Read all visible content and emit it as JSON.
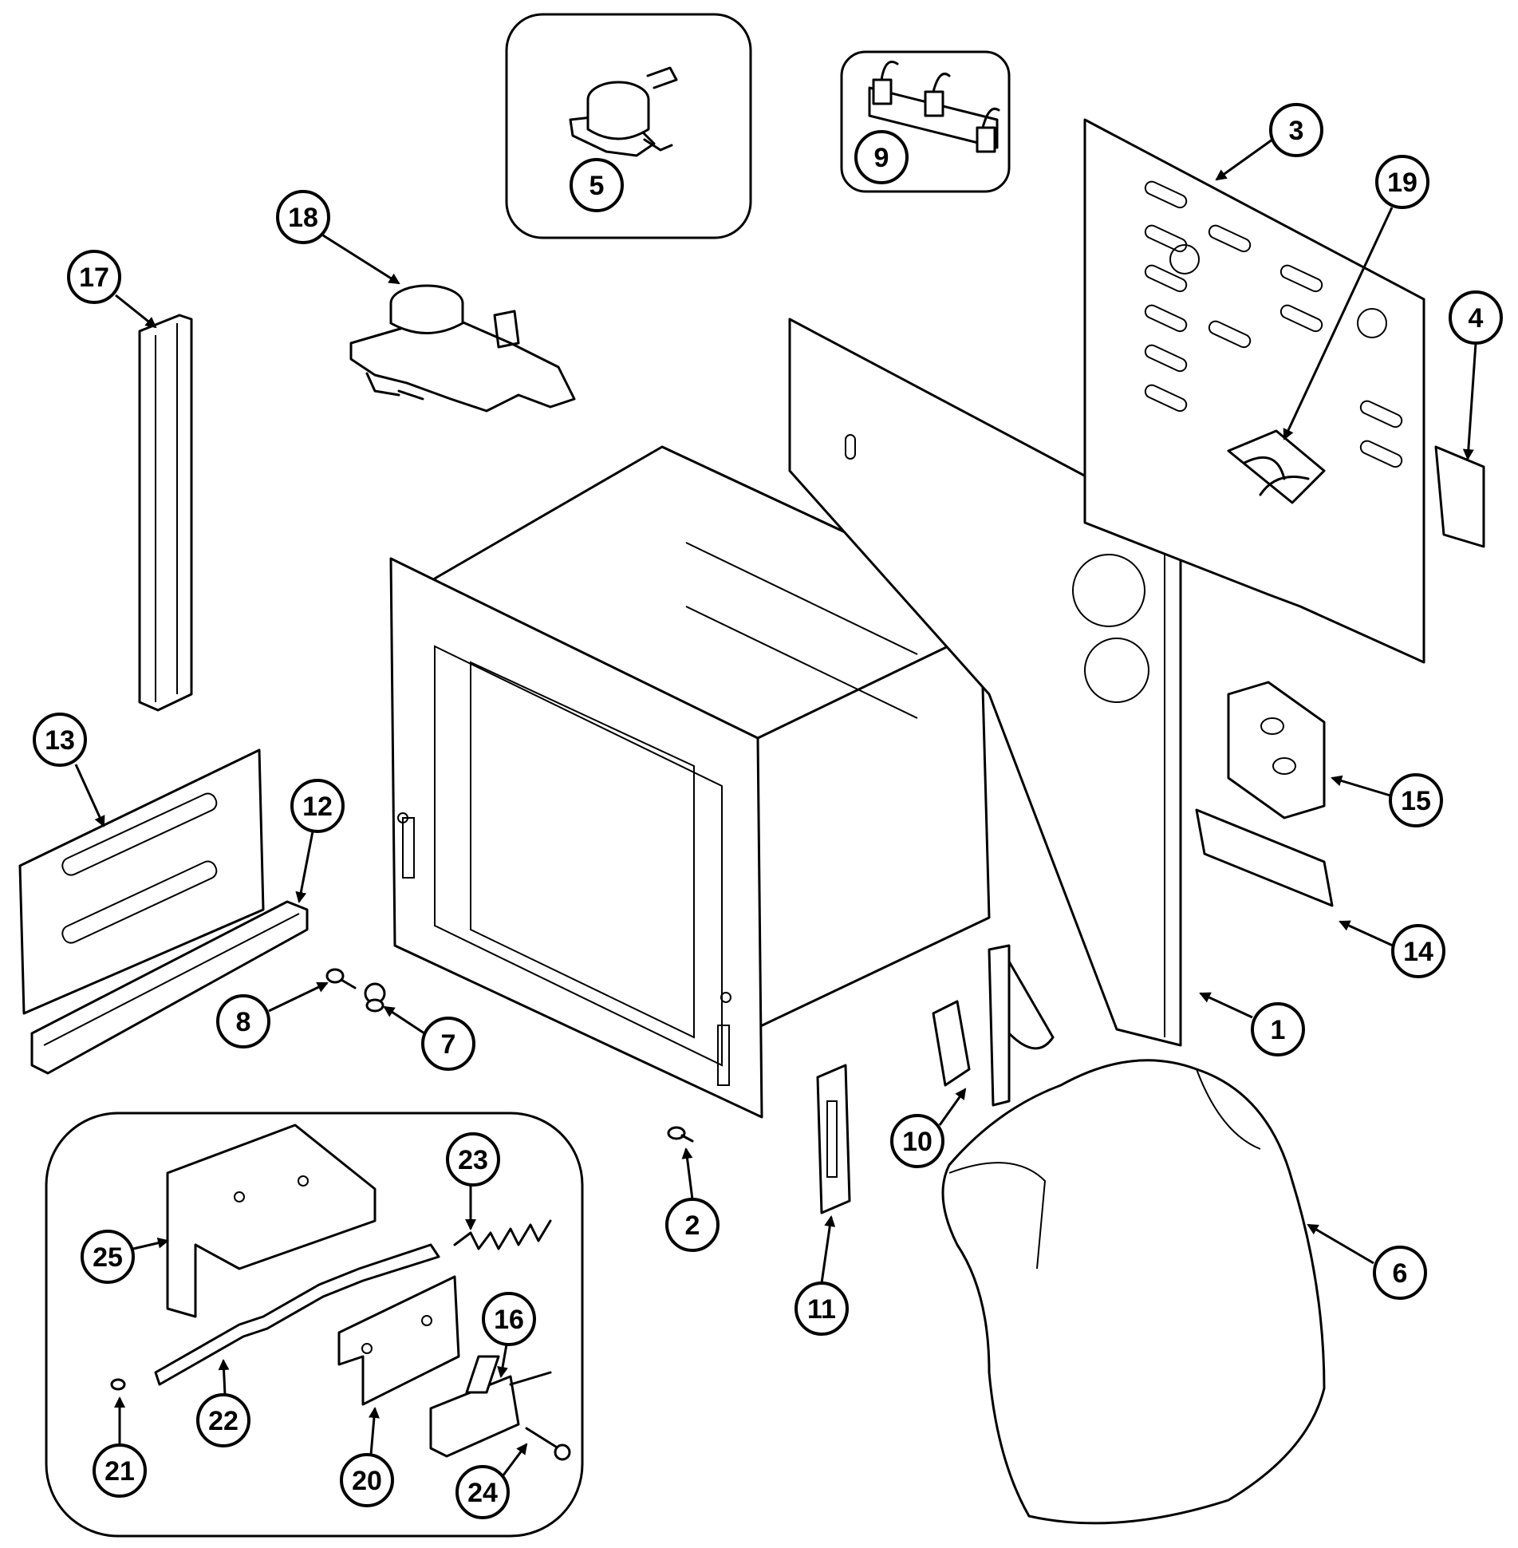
{
  "callouts": [
    {
      "label": "1"
    },
    {
      "label": "2"
    },
    {
      "label": "3"
    },
    {
      "label": "4"
    },
    {
      "label": "5"
    },
    {
      "label": "6"
    },
    {
      "label": "7"
    },
    {
      "label": "8"
    },
    {
      "label": "9"
    },
    {
      "label": "10"
    },
    {
      "label": "11"
    },
    {
      "label": "12"
    },
    {
      "label": "13"
    },
    {
      "label": "14"
    },
    {
      "label": "15"
    },
    {
      "label": "16"
    },
    {
      "label": "17"
    },
    {
      "label": "18"
    },
    {
      "label": "19"
    },
    {
      "label": "20"
    },
    {
      "label": "21"
    },
    {
      "label": "22"
    },
    {
      "label": "23"
    },
    {
      "label": "24"
    },
    {
      "label": "25"
    }
  ]
}
